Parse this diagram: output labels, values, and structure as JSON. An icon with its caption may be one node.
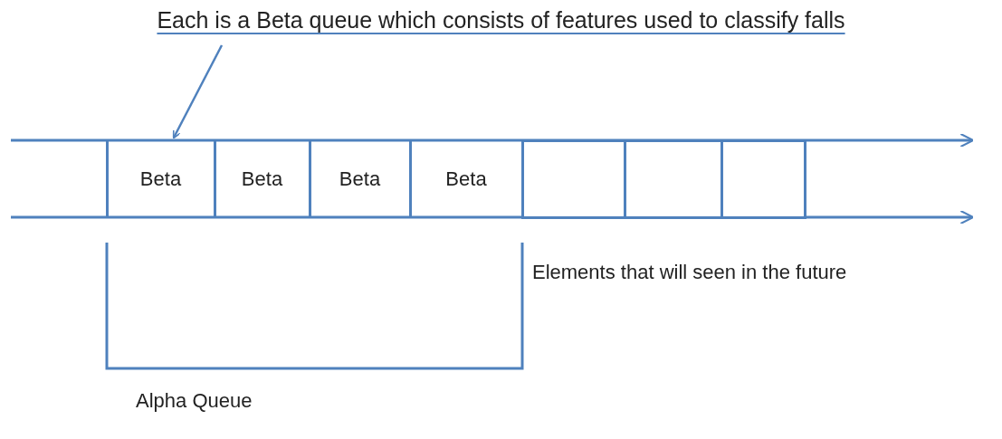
{
  "diagram": {
    "nodes": [
      {
        "text": [
          "Each is a Beta queue which consists of features used to classify falls"
        ]
      },
      {
        "text": [
          "Beta"
        ]
      },
      {
        "text": [
          "Beta"
        ]
      },
      {
        "text": [
          "Beta"
        ]
      },
      {
        "text": [
          "Beta"
        ]
      },
      {
        "text": [],
        "shape": "box"
      },
      {
        "text": [],
        "shape": "box"
      },
      {
        "text": [],
        "shape": "box"
      }
    ],
    "edges": [
      {
        "from": 0,
        "to": 1,
        "arrow": "to"
      }
    ],
    "labels": [
      "Elements that will seen in the future",
      "Alpha Queue"
    ]
  }
}
